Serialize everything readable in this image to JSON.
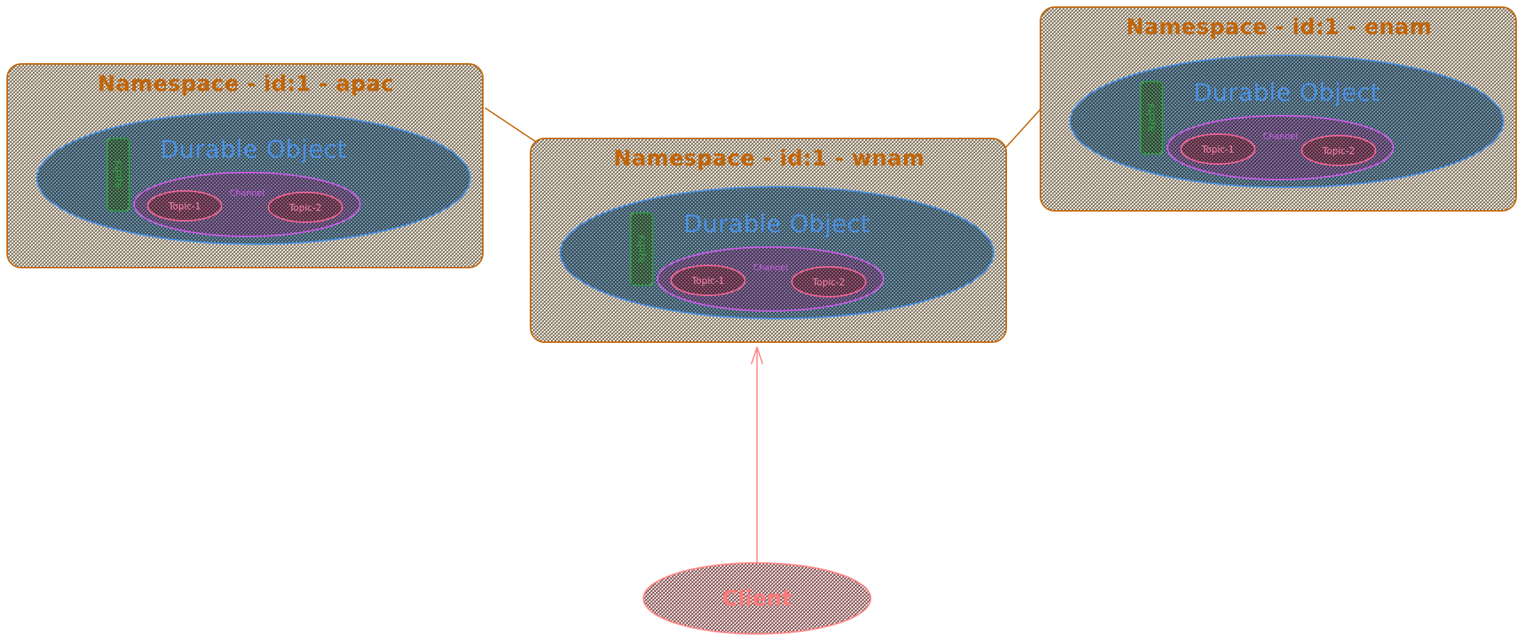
{
  "diagram": {
    "colors": {
      "namespace_stroke": "#c2650a",
      "namespace_title": "#c2650a",
      "namespace_hatch": "#5c4a2a",
      "durable_object_stroke": "#4a90e2",
      "durable_object_hatch": "#1d4e6e",
      "sqlite_stroke": "#2f9e44",
      "channel_stroke": "#cc5de8",
      "channel_hatch": "#6a2a6a",
      "topic_stroke": "#f06595",
      "topic_hatch": "#7a1f3d",
      "client_stroke": "#ff8787",
      "client_hatch": "#6b2a2a",
      "arrow": "#ff8787",
      "connector": "#c2650a"
    },
    "namespaces": [
      {
        "id": "apac",
        "title": "Namespace - id:1 - apac",
        "durable_object": {
          "label": "Durable Object",
          "storage_label": "sqlite",
          "channel": {
            "label": "Channel",
            "topics": [
              "Topic-1",
              "Topic-2"
            ]
          }
        }
      },
      {
        "id": "wnam",
        "title": "Namespace - id:1 - wnam",
        "durable_object": {
          "label": "Durable Object",
          "storage_label": "sqlite",
          "channel": {
            "label": "Channel",
            "topics": [
              "Topic-1",
              "Topic-2"
            ]
          }
        }
      },
      {
        "id": "enam",
        "title": "Namespace - id:1 - enam",
        "durable_object": {
          "label": "Durable Object",
          "storage_label": "sqlite",
          "channel": {
            "label": "Channel",
            "topics": [
              "Topic-1",
              "Topic-2"
            ]
          }
        }
      }
    ],
    "connections": [
      {
        "from": "apac",
        "to": "wnam",
        "type": "line"
      },
      {
        "from": "wnam",
        "to": "enam",
        "type": "line"
      },
      {
        "from": "client",
        "to": "wnam",
        "type": "arrow"
      }
    ],
    "client": {
      "label": "Client"
    }
  }
}
